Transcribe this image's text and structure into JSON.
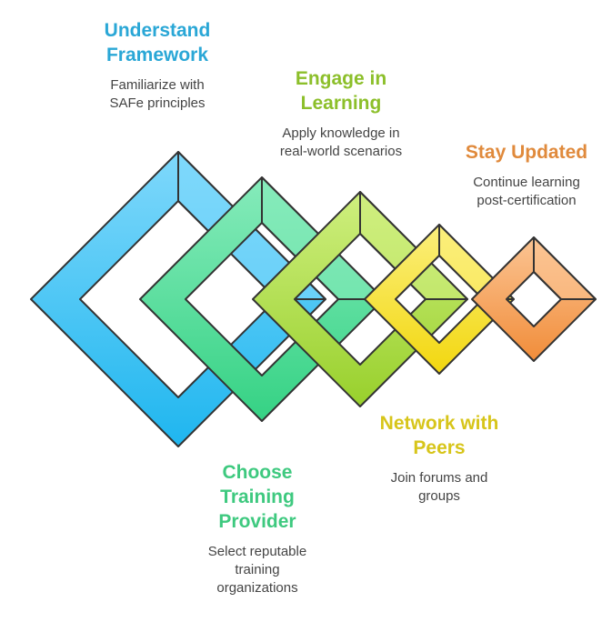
{
  "steps": [
    {
      "title": "Understand\nFramework",
      "desc": "Familiarize with\nSAFe principles",
      "color": "#2aa7d6"
    },
    {
      "title": "Choose\nTraining\nProvider",
      "desc": "Select reputable\ntraining\norganizations",
      "color": "#3ec97f"
    },
    {
      "title": "Engage in\nLearning",
      "desc": "Apply knowledge in\nreal-world scenarios",
      "color": "#8cbf2a"
    },
    {
      "title": "Network with\nPeers",
      "desc": "Join forums and\ngroups",
      "color": "#d7c51a"
    },
    {
      "title": "Stay Updated",
      "desc": "Continue learning\npost-certification",
      "color": "#e08a3c"
    }
  ],
  "fills": [
    "#46bff0",
    "#47d88e",
    "#a8dc3e",
    "#f4df2c",
    "#f6a15c"
  ],
  "fills_light": [
    "#7fd8fb",
    "#86ebbb",
    "#cfef7f",
    "#fbef7c",
    "#fbc493"
  ]
}
